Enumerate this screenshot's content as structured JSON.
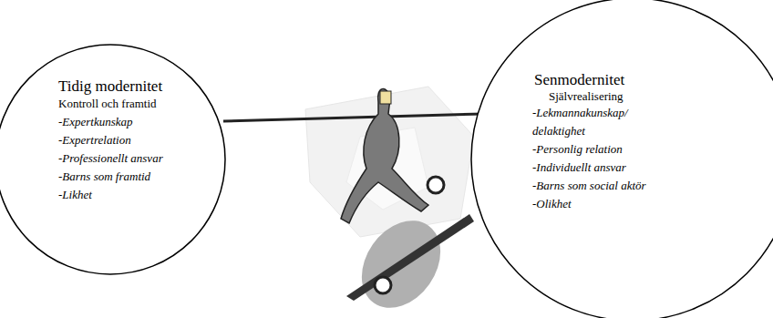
{
  "diagram": {
    "nodes": [
      {
        "text": [
          "Tidig modernitet",
          "Kontroll och framtid",
          "-Expertkunskap",
          "-Expertrelation",
          "-Professionellt ansvar",
          "-Barns som framtid",
          "-Likhet"
        ]
      },
      {
        "text": [
          "Senmodernitet",
          "Självrealisering",
          "-Lekmannakunskap/ delaktighet",
          "-Personlig relation",
          "-Individuellt ansvar",
          "-Barns som social aktör",
          "-Olikhet"
        ]
      }
    ]
  }
}
